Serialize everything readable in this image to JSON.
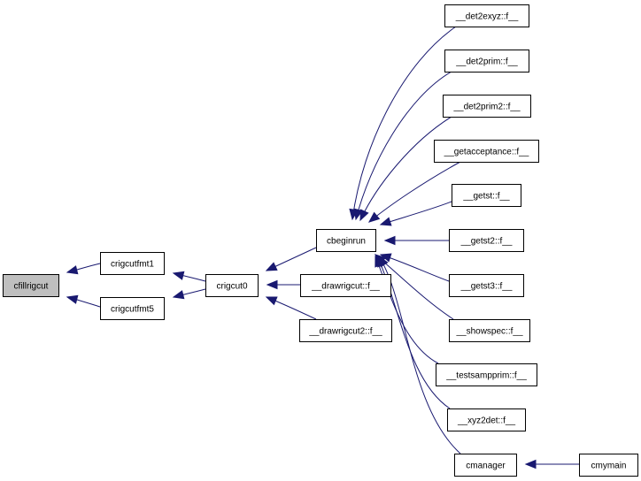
{
  "nodes": {
    "cfillrigcut": "cfillrigcut",
    "crigcutfmt1": "crigcutfmt1",
    "crigcutfmt5": "crigcutfmt5",
    "crigcut0": "crigcut0",
    "cbeginrun": "cbeginrun",
    "drawrigcut": "__drawrigcut::f__",
    "drawrigcut2": "__drawrigcut2::f__",
    "det2exyz": "__det2exyz::f__",
    "det2prim": "__det2prim::f__",
    "det2prim2": "__det2prim2::f__",
    "getacceptance": "__getacceptance::f__",
    "getst": "__getst::f__",
    "getst2": "__getst2::f__",
    "getst3": "__getst3::f__",
    "showspec": "__showspec::f__",
    "testsampprim": "__testsampprim::f__",
    "xyz2det": "__xyz2det::f__",
    "cmanager": "cmanager",
    "cmymain": "cmymain"
  },
  "edges": [
    {
      "from": "crigcutfmt1",
      "to": "cfillrigcut"
    },
    {
      "from": "crigcutfmt5",
      "to": "cfillrigcut"
    },
    {
      "from": "crigcut0",
      "to": "crigcutfmt1"
    },
    {
      "from": "crigcut0",
      "to": "crigcutfmt5"
    },
    {
      "from": "cbeginrun",
      "to": "crigcut0"
    },
    {
      "from": "drawrigcut",
      "to": "crigcut0"
    },
    {
      "from": "drawrigcut2",
      "to": "crigcut0"
    },
    {
      "from": "det2exyz",
      "to": "cbeginrun"
    },
    {
      "from": "det2prim",
      "to": "cbeginrun"
    },
    {
      "from": "det2prim2",
      "to": "cbeginrun"
    },
    {
      "from": "getacceptance",
      "to": "cbeginrun"
    },
    {
      "from": "getst",
      "to": "cbeginrun"
    },
    {
      "from": "getst2",
      "to": "cbeginrun"
    },
    {
      "from": "getst3",
      "to": "cbeginrun"
    },
    {
      "from": "showspec",
      "to": "cbeginrun"
    },
    {
      "from": "testsampprim",
      "to": "cbeginrun"
    },
    {
      "from": "xyz2det",
      "to": "cbeginrun"
    },
    {
      "from": "cmanager",
      "to": "cbeginrun"
    },
    {
      "from": "cmymain",
      "to": "cmanager"
    }
  ],
  "root": "cfillrigcut",
  "colors": {
    "edge": "#191970",
    "root_fill": "#bfbfbf",
    "node_fill": "#ffffff",
    "node_stroke": "#000000"
  }
}
